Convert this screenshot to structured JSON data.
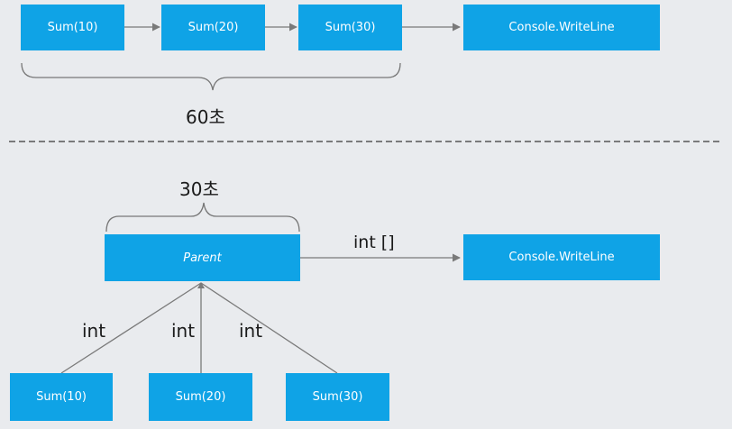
{
  "colors": {
    "box": "#0fa3e6",
    "line": "#7a7a7a",
    "background": "#e9ebee"
  },
  "sequential": {
    "boxes": [
      "Sum(10)",
      "Sum(20)",
      "Sum(30)",
      "Console.WriteLine"
    ],
    "duration": "60초"
  },
  "parallel": {
    "duration": "30초",
    "parent": "Parent",
    "output_label": "int []",
    "output_box": "Console.WriteLine",
    "edge_label": "int",
    "children": [
      "Sum(10)",
      "Sum(20)",
      "Sum(30)"
    ]
  }
}
